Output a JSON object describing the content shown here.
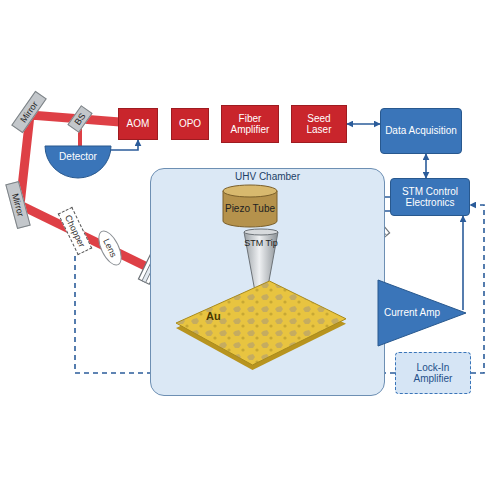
{
  "diagram": {
    "nodes": [
      {
        "text": [
          "Mirror"
        ]
      },
      {
        "text": [
          "BS"
        ]
      },
      {
        "text": [
          "AOM"
        ]
      },
      {
        "text": [
          "OPO"
        ]
      },
      {
        "text": [
          "Fiber Amplifier"
        ]
      },
      {
        "text": [
          "Seed Laser"
        ]
      },
      {
        "text": [
          "Data Acquisition"
        ]
      },
      {
        "text": [
          "Detector"
        ]
      },
      {
        "text": [
          "UHV Chamber"
        ]
      },
      {
        "text": [
          "Piezo Tube"
        ],
        "in": 8
      },
      {
        "text": [
          "STM Control Electronics"
        ]
      },
      {
        "text": [
          "Mirror"
        ]
      },
      {
        "text": [
          "STM Tip"
        ],
        "in": 8
      },
      {
        "text": [
          "Chopper"
        ]
      },
      {
        "text": [
          "Lens"
        ]
      },
      {
        "text": [
          "Au"
        ],
        "in": 8
      },
      {
        "text": [
          "Current Amp"
        ]
      },
      {
        "text": [
          "Lock-In Amplifier"
        ]
      }
    ],
    "edges": [
      {
        "from": 5,
        "to": 6,
        "arrow": "both"
      },
      {
        "from": 6,
        "to": 10,
        "arrow": "both"
      },
      {
        "from": 10,
        "to": 9,
        "arrow": "to"
      },
      {
        "from": 10,
        "to": 12,
        "arrow": "to"
      },
      {
        "from": 16,
        "to": 10,
        "arrow": "to"
      },
      {
        "from": 15,
        "to": 16,
        "arrow": "none"
      },
      {
        "from": 7,
        "to": 2,
        "arrow": "to"
      },
      {
        "from": 17,
        "to": 10,
        "arrow": "to"
      },
      {
        "from": 17,
        "to": 13,
        "arrow": "none"
      }
    ]
  }
}
